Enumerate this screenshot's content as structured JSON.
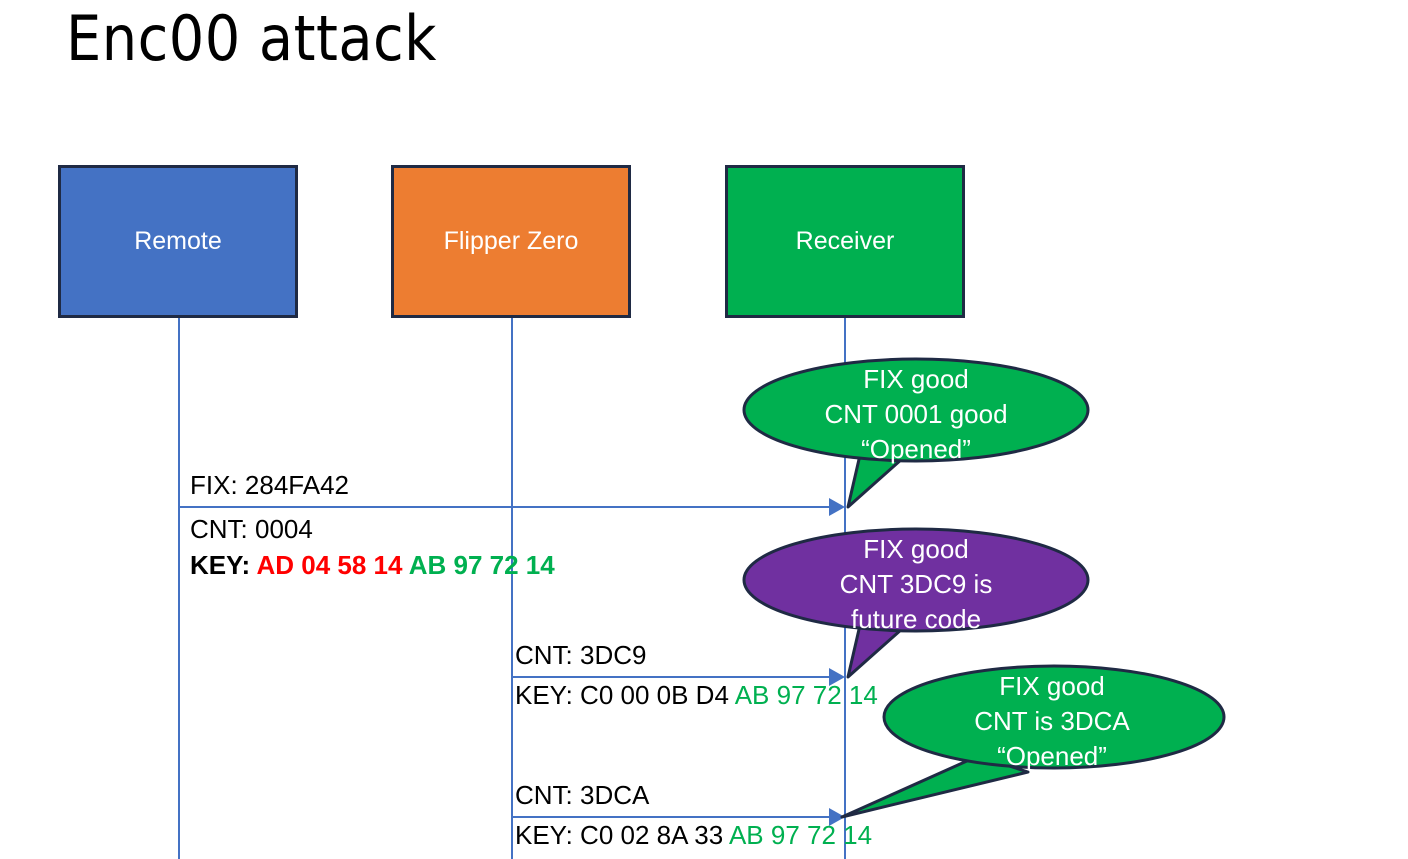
{
  "slide": {
    "title": "Enc00 attack",
    "background": "#ffffff"
  },
  "colors": {
    "remote": "#4472C4",
    "flipper": "#ED7D31",
    "receiver": "#00B050",
    "callout_green": "#00B050",
    "callout_purple": "#7030A0",
    "outline": "#1F2A44",
    "line": "#4472C4",
    "hex_red": "#FF0000",
    "hex_green": "#00B050",
    "text": "#000000"
  },
  "actors": [
    {
      "id": "remote",
      "label": "Remote"
    },
    {
      "id": "flipper",
      "label": "Flipper Zero"
    },
    {
      "id": "receiver",
      "label": "Receiver"
    }
  ],
  "messages": [
    {
      "id": "msg-1",
      "from": "remote",
      "to": "receiver",
      "lines": [
        {
          "text": "FIX: 284FA42"
        }
      ]
    },
    {
      "id": "msg-1-detail",
      "lines": [
        {
          "text": "CNT: 0004"
        }
      ],
      "key_line": {
        "prefix": "KEY: ",
        "red": "AD 04 58 14",
        "space": " ",
        "green": "AB 97 72 14",
        "bold": true
      }
    },
    {
      "id": "msg-2",
      "from": "flipper",
      "to": "receiver",
      "lines": [
        {
          "text": "CNT: 3DC9"
        }
      ],
      "key_line": {
        "prefix": "KEY: C0 00 0B D4 ",
        "green": "AB 97 72 14",
        "bold": false
      }
    },
    {
      "id": "msg-3",
      "from": "flipper",
      "to": "receiver",
      "lines": [
        {
          "text": "CNT: 3DCA"
        }
      ],
      "key_line": {
        "prefix": "KEY: C0 02 8A 33 ",
        "green": "AB 97 72 14",
        "bold": false
      }
    }
  ],
  "callouts": [
    {
      "id": "callout-1",
      "color": "green",
      "line1": "FIX good",
      "line2": "CNT 0001 good",
      "line3": "“Opened”"
    },
    {
      "id": "callout-2",
      "color": "purple",
      "line1": "FIX good",
      "line2": "CNT 3DC9 is",
      "line3": "future code"
    },
    {
      "id": "callout-3",
      "color": "green",
      "line1": "FIX good",
      "line2": "CNT is 3DCA",
      "line3": "“Opened”"
    }
  ]
}
